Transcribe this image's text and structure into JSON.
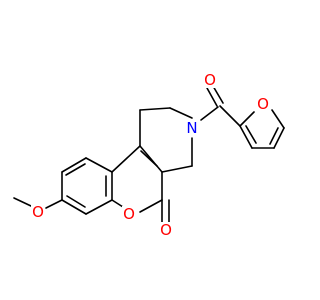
{
  "diagram": {
    "type": "skeletal-structure",
    "colors": {
      "bond": "#000000",
      "oxygen": "#FF0000",
      "nitrogen": "#0000FF",
      "background": "#FFFFFF"
    },
    "atom_labels": {
      "carbonyl_oxygen_amide": "O",
      "furan_oxygen": "O",
      "nitrogen": "N",
      "methoxy_oxygen": "O",
      "lactone_ring_oxygen": "O",
      "lactone_carbonyl_oxygen": "O"
    }
  }
}
